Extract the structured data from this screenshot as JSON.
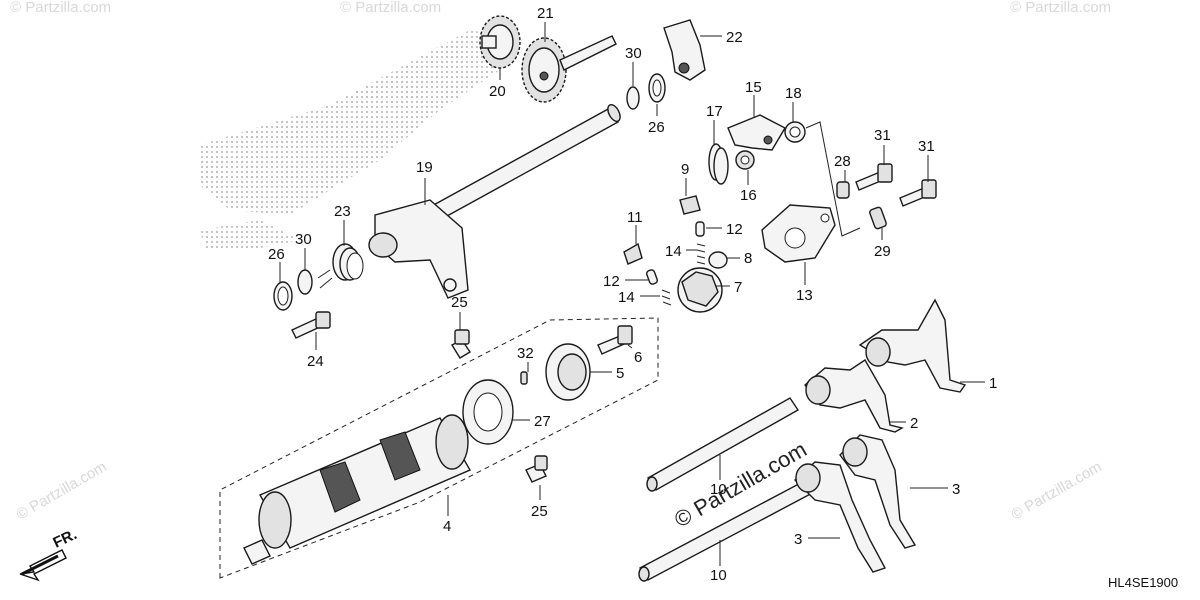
{
  "labels": {
    "n1": "1",
    "n2": "2",
    "n3a": "3",
    "n3b": "3",
    "n4": "4",
    "n5": "5",
    "n6": "6",
    "n7": "7",
    "n8": "8",
    "n9": "9",
    "n10a": "10",
    "n10b": "10",
    "n11": "11",
    "n12a": "12",
    "n12b": "12",
    "n13": "13",
    "n14a": "14",
    "n14b": "14",
    "n15": "15",
    "n16": "16",
    "n17": "17",
    "n18": "18",
    "n19": "19",
    "n20": "20",
    "n21": "21",
    "n22": "22",
    "n23": "23",
    "n24": "24",
    "n25a": "25",
    "n25b": "25",
    "n26a": "26",
    "n26b": "26",
    "n27": "27",
    "n28": "28",
    "n29": "29",
    "n30a": "30",
    "n30b": "30",
    "n31a": "31",
    "n31b": "31",
    "n32": "32"
  },
  "diagram_code": "HL4SE1900",
  "direction_label": "FR.",
  "watermark_center": "© Partzilla.com",
  "watermark_side": "© Partzilla.com",
  "icons": [
    "front-direction-arrow-icon",
    "copyright-icon"
  ]
}
